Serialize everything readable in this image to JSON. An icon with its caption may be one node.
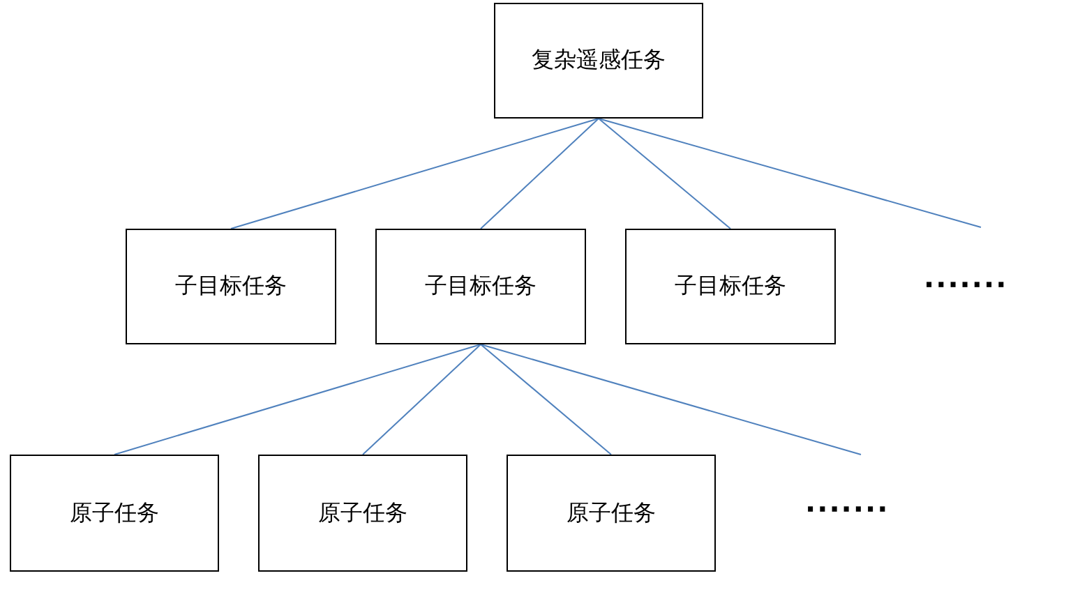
{
  "diagram": {
    "nodes": [
      {
        "text": [
          "复杂遥感任务"
        ]
      },
      {
        "text": [
          "子目标任务"
        ]
      },
      {
        "text": [
          "子目标任务"
        ]
      },
      {
        "text": [
          "子目标任务"
        ]
      },
      {
        "text": [
          "原子任务"
        ]
      },
      {
        "text": [
          "原子任务"
        ]
      },
      {
        "text": [
          "原子任务"
        ]
      }
    ],
    "edges": [
      {
        "from": 0,
        "to": 1,
        "arrow": "none"
      },
      {
        "from": 0,
        "to": 2,
        "arrow": "none"
      },
      {
        "from": 0,
        "to": 3,
        "arrow": "none"
      },
      {
        "from": 0,
        "to": null,
        "arrow": "none"
      },
      {
        "from": 2,
        "to": 4,
        "arrow": "none"
      },
      {
        "from": 2,
        "to": 5,
        "arrow": "none"
      },
      {
        "from": 2,
        "to": 6,
        "arrow": "none"
      },
      {
        "from": 2,
        "to": null,
        "arrow": "none"
      }
    ],
    "labels": [
      "·······",
      "·······"
    ]
  }
}
